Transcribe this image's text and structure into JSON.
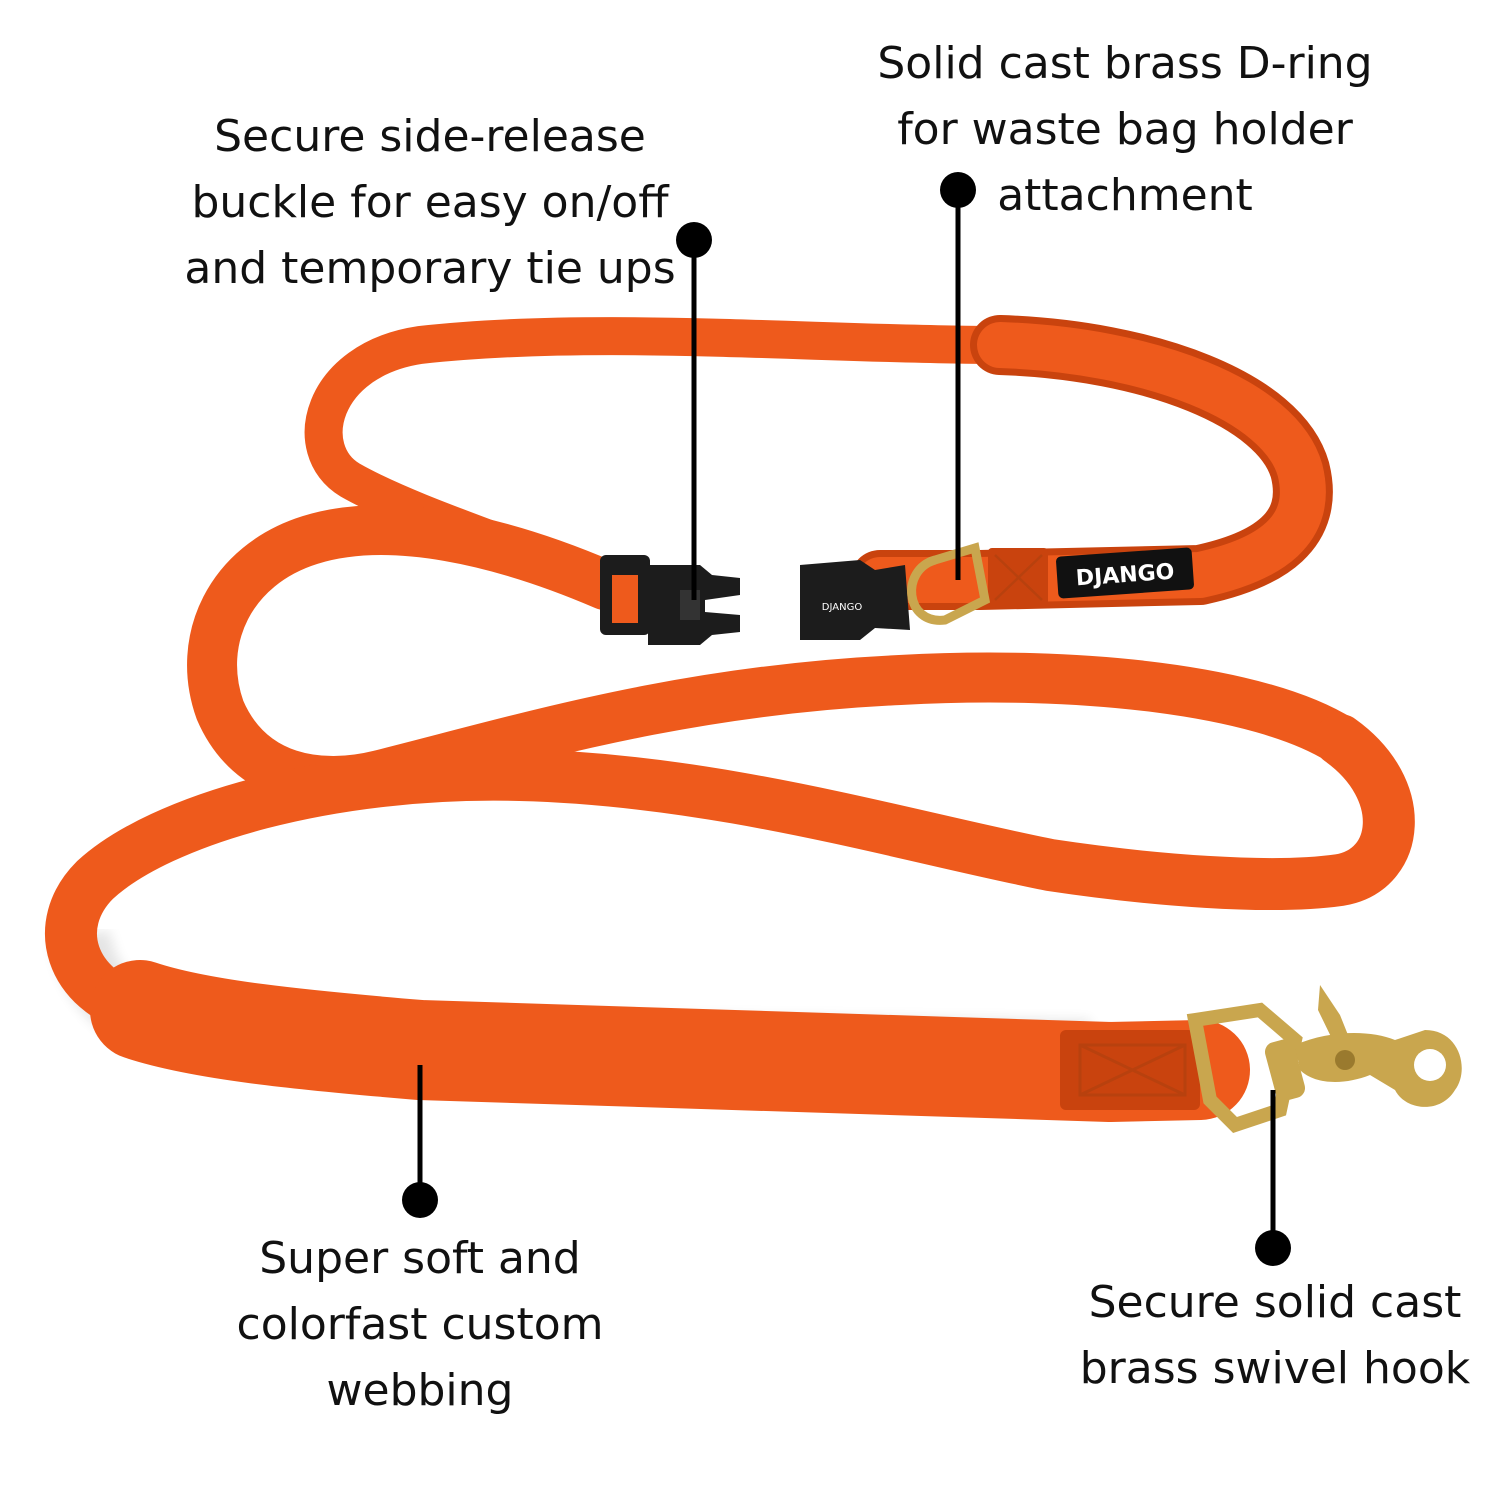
{
  "colors": {
    "leash": "#ee5a1c",
    "leash_dark": "#c9430e",
    "leash_light": "#f47a3e",
    "buckle": "#1c1c1c",
    "brass": "#c9a64e",
    "brass_dark": "#9a7a2e",
    "leader": "#000000"
  },
  "brand": {
    "tag_text": "DJANGO",
    "buckle_text": "DJANGO"
  },
  "callouts": {
    "buckle": {
      "lines": [
        "Secure side-release",
        "buckle for easy on/off",
        "and temporary tie ups"
      ]
    },
    "dring": {
      "lines": [
        "Solid cast brass D-ring",
        "for waste bag holder",
        "attachment"
      ]
    },
    "webbing": {
      "lines": [
        "Super soft and",
        "colorfast custom",
        "webbing"
      ]
    },
    "hook": {
      "lines": [
        "Secure solid cast",
        "brass swivel hook"
      ]
    }
  }
}
